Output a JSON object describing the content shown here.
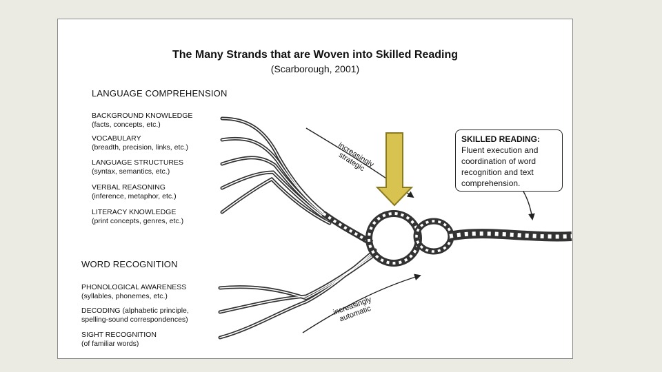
{
  "title": "The Many Strands that are Woven into Skilled Reading",
  "subtitle": "(Scarborough, 2001)",
  "language_comprehension": {
    "heading": "LANGUAGE COMPREHENSION",
    "strands": [
      {
        "name": "BACKGROUND KNOWLEDGE",
        "detail": "(facts, concepts, etc.)"
      },
      {
        "name": "VOCABULARY",
        "detail": "(breadth, precision, links, etc.)"
      },
      {
        "name": "LANGUAGE STRUCTURES",
        "detail": "(syntax, semantics, etc.)"
      },
      {
        "name": "VERBAL REASONING",
        "detail": "(inference, metaphor, etc.)"
      },
      {
        "name": "LITERACY KNOWLEDGE",
        "detail": "(print concepts, genres, etc.)"
      }
    ]
  },
  "word_recognition": {
    "heading": "WORD RECOGNITION",
    "strands": [
      {
        "name": "PHONOLOGICAL AWARENESS",
        "detail": "(syllables, phonemes, etc.)"
      },
      {
        "name": "DECODING (alphabetic principle,",
        "detail": "spelling-sound correspondences)"
      },
      {
        "name": "SIGHT RECOGNITION",
        "detail": "(of familiar words)"
      }
    ]
  },
  "arrows": {
    "strategic_line1": "increasingly",
    "strategic_line2": "strategic",
    "automatic_line1": "increasingly",
    "automatic_line2": "automatic"
  },
  "skilled_reading": {
    "title": "SKILLED READING:",
    "text": "Fluent execution and coordination of word recognition and text comprehension."
  },
  "colors": {
    "highlight_arrow": "#d8c250",
    "highlight_arrow_border": "#8a7a22",
    "rope": "#333333"
  }
}
